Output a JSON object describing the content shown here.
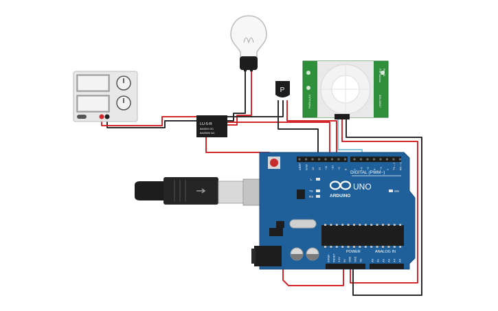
{
  "circuit": {
    "colors": {
      "wire_black": "#2a2a2a",
      "wire_red": "#d4262b",
      "wire_teal": "#7fc6d6",
      "arduino_blue": "#1f5f9a",
      "pir_green": "#2f8f3a",
      "psu_body": "#e8e8e8"
    },
    "power_supply": {
      "icon": "bench-power-supply-icon"
    },
    "lamp": {
      "icon": "light-bulb-icon"
    },
    "transistor": {
      "label": "P"
    },
    "relay": {
      "title": "LU-5-R",
      "line1": "5A/30V DC",
      "line2": "5A/250V AC"
    },
    "pir_sensor": {
      "side_left": "PARALLAX",
      "side_right_1": "PIR Sensor",
      "side_right_2": "Rev B",
      "side_right_3": "555-28027"
    },
    "arduino": {
      "brand": "ARDUINO",
      "model": "UNO",
      "digital_label": "DIGITAL (PWM~)",
      "analog_label": "ANALOG IN",
      "power_label": "POWER",
      "on_label": "ON",
      "tx_label": "TX",
      "rx_label": "RX",
      "l_label": "L",
      "top_pins": [
        "AREF",
        "GND",
        "13",
        "12",
        "~11",
        "~10",
        "~9",
        "8",
        "7",
        "~6",
        "~5",
        "4",
        "~3",
        "2",
        "TX→1",
        "RX←0"
      ],
      "power_pins": [
        "IOREF",
        "RESET",
        "3.3V",
        "5V",
        "GND",
        "GND",
        "Vin"
      ],
      "analog_pins": [
        "A0",
        "A1",
        "A2",
        "A3",
        "A4",
        "A5"
      ]
    }
  }
}
